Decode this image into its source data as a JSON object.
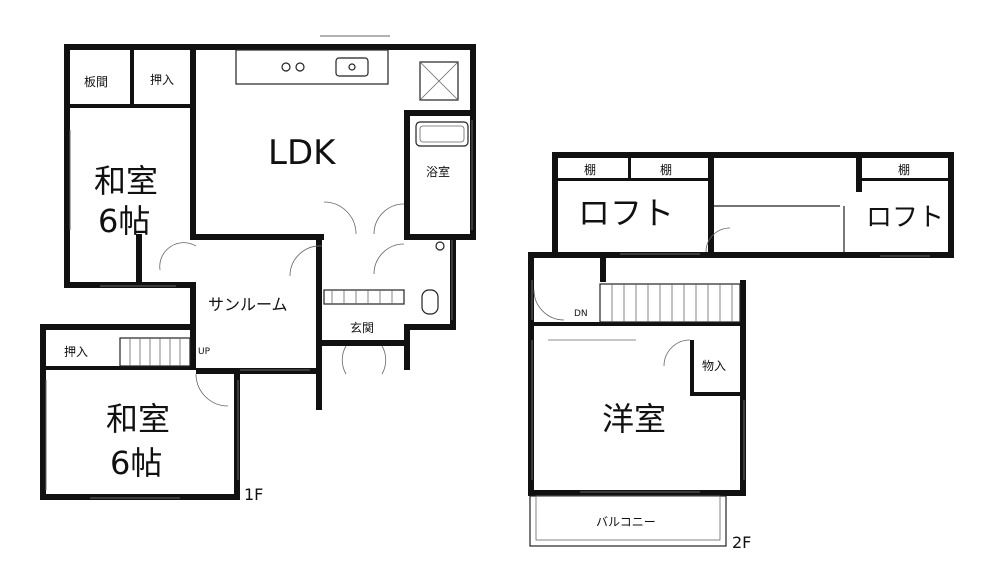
{
  "floor1": {
    "ldk": "LDK",
    "washitsu_top_line1": "和室",
    "washitsu_top_line2": "6帖",
    "itama": "板間",
    "oshiire_top": "押入",
    "yokushitsu": "浴室",
    "sunroom": "サンルーム",
    "genkan": "玄関",
    "oshiire_bottom": "押入",
    "up": "UP",
    "washitsu_bottom_line1": "和室",
    "washitsu_bottom_line2": "6帖",
    "floor_label": "1F"
  },
  "floor2": {
    "tana_1": "棚",
    "tana_2": "棚",
    "tana_3": "棚",
    "loft_left": "ロフト",
    "loft_right": "ロフト",
    "dn": "DN",
    "mono_ire": "物入",
    "yoshitsu": "洋室",
    "balcony": "バルコニー",
    "floor_label": "2F"
  }
}
